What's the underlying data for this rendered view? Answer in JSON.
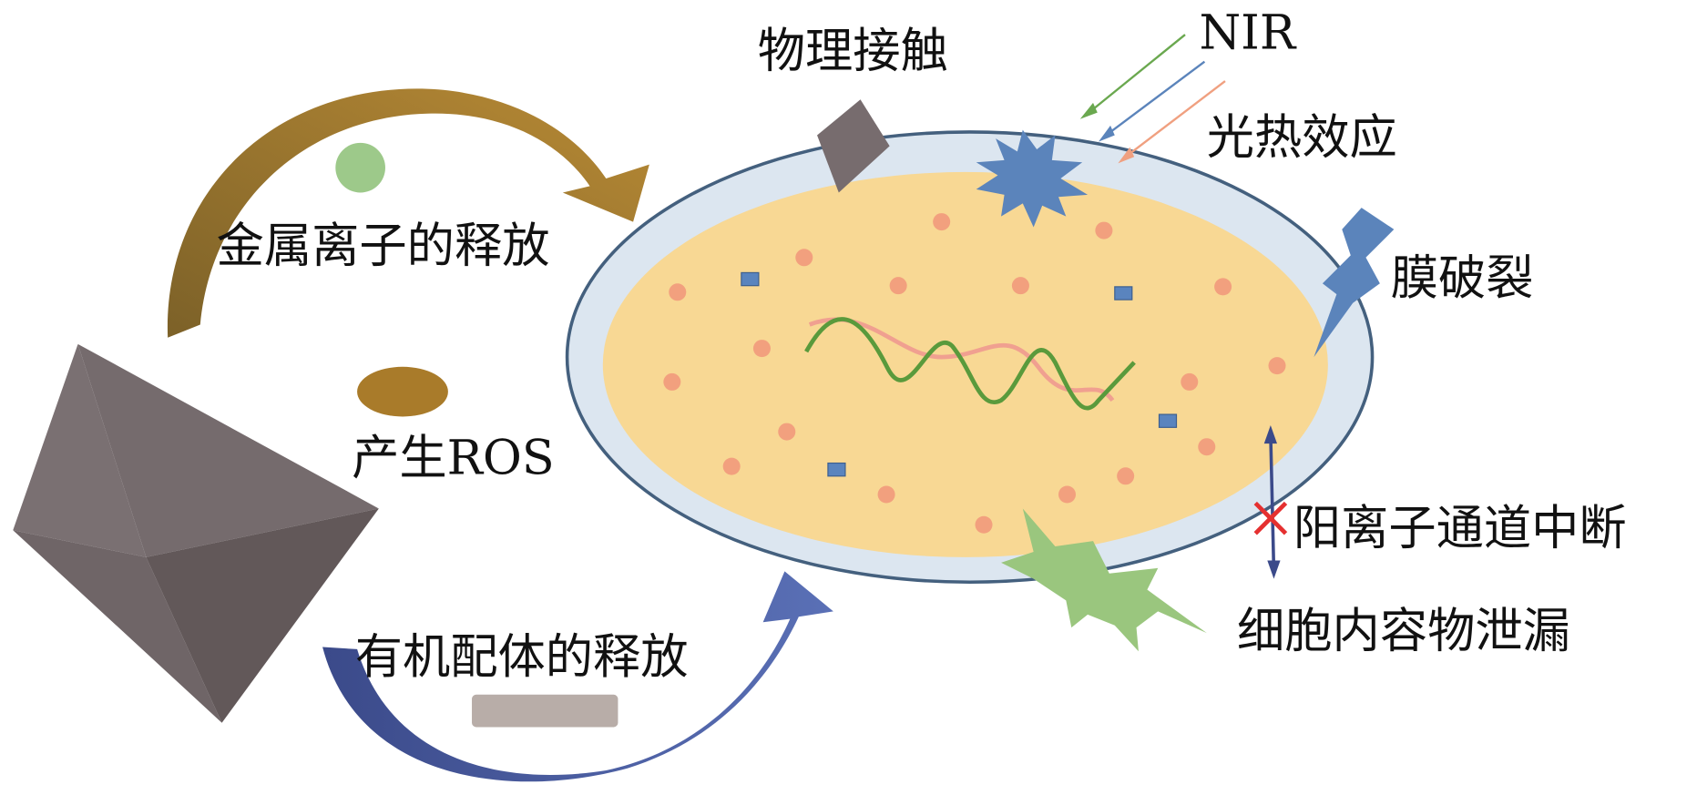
{
  "labels": {
    "physical_contact": "物理接触",
    "nir": "NIR",
    "photothermal": "光热效应",
    "metal_ion_release": "金属离子的释放",
    "membrane_rupture": "膜破裂",
    "ros": "产生ROS",
    "cation_channel": "阳离子通道中断",
    "leakage": "细胞内容物泄漏",
    "ligand_release": "有机配体的释放"
  },
  "colors": {
    "cell_wall": "#dce6f0",
    "cytoplasm": "#f8d894",
    "outline": "#44607e",
    "gold_arrow": "#a67c2c",
    "blue_arrow": "#4a5ea0",
    "mof": "#6f6567"
  }
}
